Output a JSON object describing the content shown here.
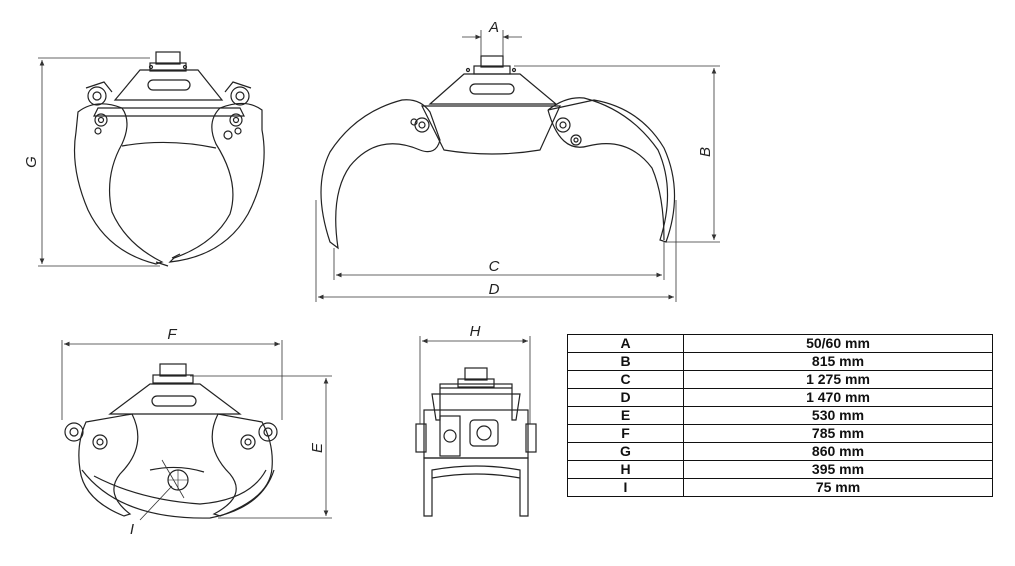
{
  "dimension_labels": {
    "A": "A",
    "B": "B",
    "C": "C",
    "D": "D",
    "E": "E",
    "F": "F",
    "G": "G",
    "H": "H",
    "I": "I"
  },
  "spec_table": {
    "rows": [
      {
        "key": "A",
        "value": "50/60 mm"
      },
      {
        "key": "B",
        "value": "815 mm"
      },
      {
        "key": "C",
        "value": "1 275 mm"
      },
      {
        "key": "D",
        "value": "1 470 mm"
      },
      {
        "key": "E",
        "value": "530 mm"
      },
      {
        "key": "F",
        "value": "785 mm"
      },
      {
        "key": "G",
        "value": "860 mm"
      },
      {
        "key": "H",
        "value": "395 mm"
      },
      {
        "key": "I",
        "value": "75 mm"
      }
    ]
  }
}
